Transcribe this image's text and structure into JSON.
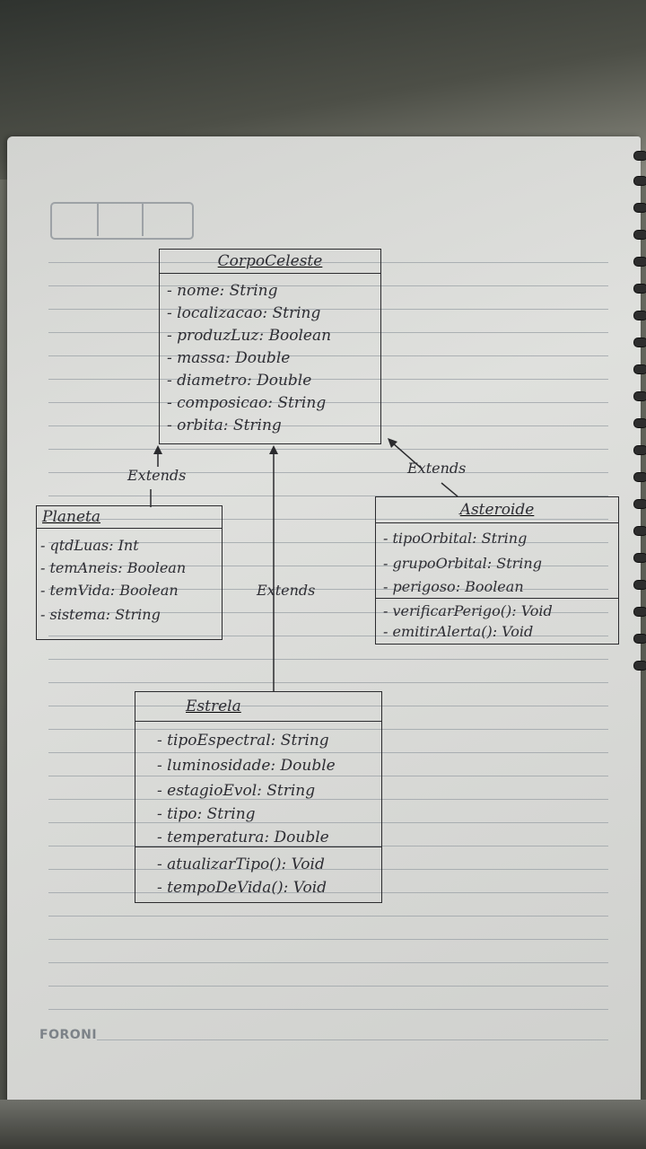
{
  "brand": "FORONI",
  "classes": {
    "corpo_celeste": {
      "name": "CorpoCeleste",
      "attributes": [
        "- nome: String",
        "- localizacao: String",
        "- produzLuz: Boolean",
        "- massa: Double",
        "- diametro: Double",
        "- composicao: String",
        "- orbita: String"
      ]
    },
    "planeta": {
      "name": "Planeta",
      "attributes": [
        "- qtdLuas: Int",
        "- temAneis: Boolean",
        "- temVida: Boolean",
        "- sistema: String"
      ]
    },
    "asteroide": {
      "name": "Asteroide",
      "attributes": [
        "- tipoOrbital: String",
        "- grupoOrbital: String",
        "- perigoso: Boolean"
      ],
      "methods": [
        "- verificarPerigo(): Void",
        "- emitirAlerta(): Void"
      ]
    },
    "estrela": {
      "name": "Estrela",
      "attributes": [
        "- tipoEspectral: String",
        "- luminosidade: Double",
        "- estagioEvol: String",
        "- tipo: String",
        "- temperatura: Double"
      ],
      "methods": [
        "- atualizarTipo(): Void",
        "- tempoDeVida(): Void"
      ]
    }
  },
  "relations": {
    "planeta_label": "Extends",
    "estrela_label": "Extends",
    "asteroide_label": "Extends"
  }
}
